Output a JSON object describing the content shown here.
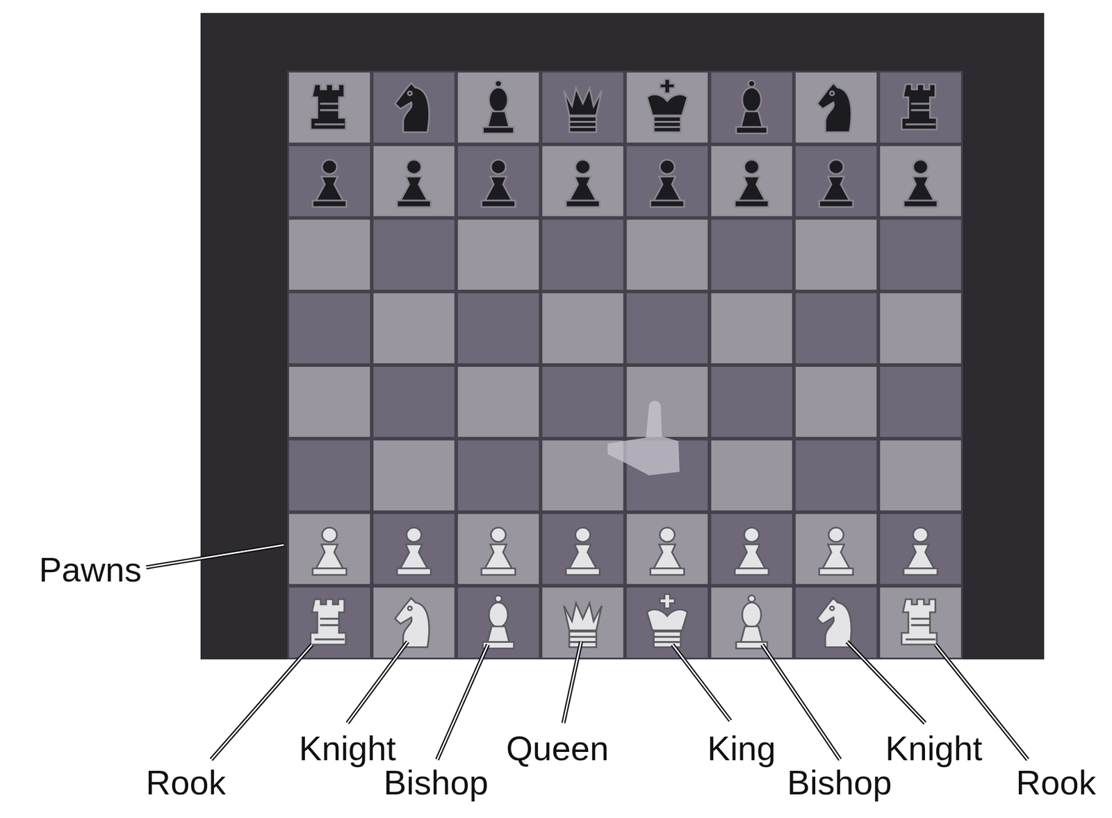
{
  "diagram": {
    "labels": [
      "Pawns",
      "Knight",
      "Queen",
      "King",
      "Knight",
      "Rook",
      "Bishop",
      "Bishop",
      "Rook"
    ]
  }
}
